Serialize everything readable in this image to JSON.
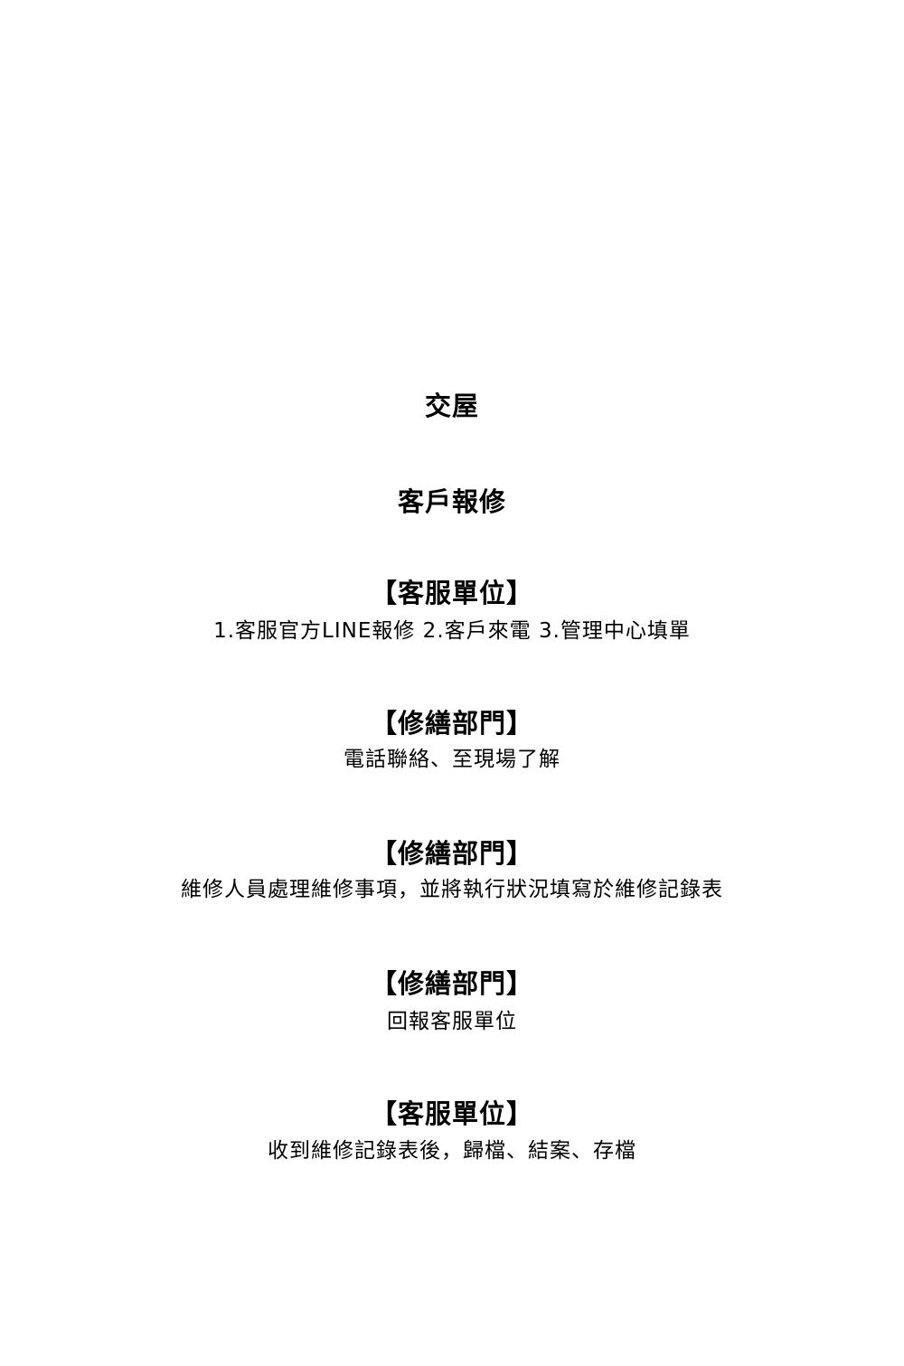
{
  "title": "交屋",
  "subtitle": "客戶報修",
  "steps": [
    {
      "heading": "【客服單位】",
      "text": "1.客服官方LINE報修 2.客戶來電 3.管理中心填單"
    },
    {
      "heading": "【修繕部門】",
      "text": "電話聯絡、至現場了解"
    },
    {
      "heading": "【修繕部門】",
      "text": "維修人員處理維修事項，並將執行狀況填寫於維修記錄表"
    },
    {
      "heading": "【修繕部門】",
      "text": "回報客服單位"
    },
    {
      "heading": "【客服單位】",
      "text": "收到維修記錄表後，歸檔、結案、存檔"
    }
  ]
}
